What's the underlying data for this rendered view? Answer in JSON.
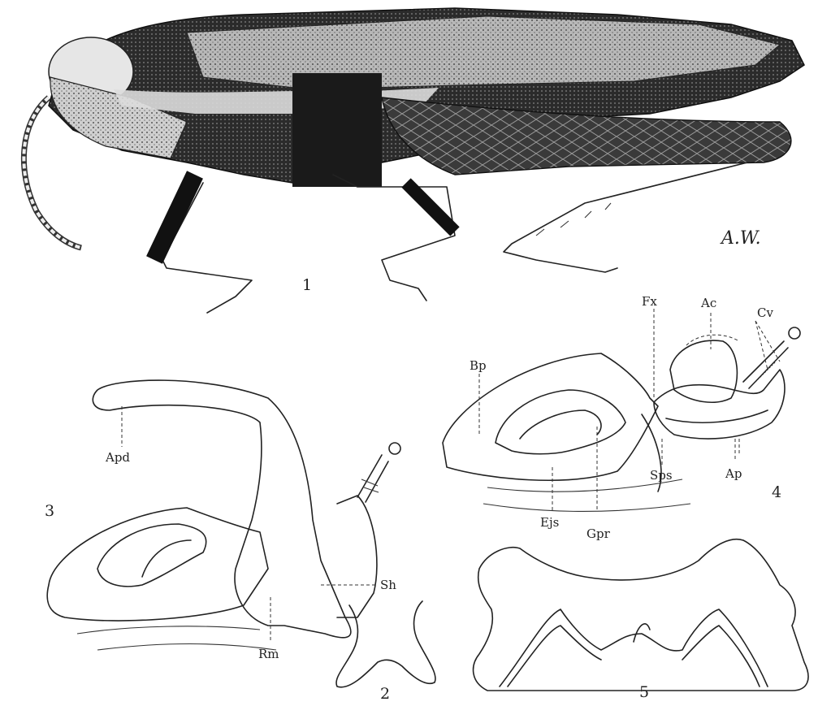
{
  "signature": "A.W.",
  "figures": [
    {
      "number": "1"
    },
    {
      "number": "2"
    },
    {
      "number": "3"
    },
    {
      "number": "4"
    },
    {
      "number": "5"
    }
  ],
  "labels": {
    "apd": "Apd",
    "sh": "Sh",
    "rm": "Rm",
    "bp": "Bp",
    "fx": "Fx",
    "ac": "Ac",
    "cv": "Cv",
    "ap": "Ap",
    "sps": "Sps",
    "ejs": "Ejs",
    "gpr": "Gpr"
  }
}
